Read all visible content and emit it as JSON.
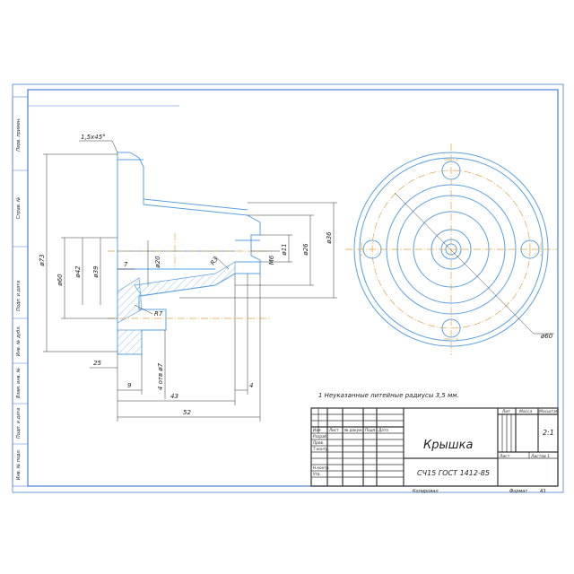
{
  "side_columns": [
    "Перв. примен.",
    "Справ. №",
    "Подп. и дата",
    "Инв. № дубл.",
    "Взам. инв. №",
    "Подп. и дата",
    "Инв. № подл."
  ],
  "dimensions": {
    "chamfer": "1,5x45°",
    "d73": "ø73",
    "d60": "ø60",
    "d42": "ø42",
    "d39": "ø39",
    "d20": "ø20",
    "d11": "ø11",
    "d26": "ø26",
    "d36": "ø36",
    "m6": "M6",
    "r7": "R7",
    "r3": "R3",
    "holes": "4 отв ø7",
    "seven": "7",
    "twentyfive": "25",
    "nine": "9",
    "fortythree": "43",
    "four": "4",
    "fiftytwo": "52",
    "plan_d60": "ø60"
  },
  "note": "1 Неуказанные литейные радиусы 3,5 мм.",
  "title_block": {
    "name": "Крышка",
    "material": "СЧ15 ГОСТ 1412-85",
    "col_izm": "Изм",
    "col_list": "Лист",
    "col_doc": "№ докум.",
    "col_sign": "Подп.",
    "col_date": "Дата",
    "row_razrab": "Разраб.",
    "row_prov": "Пров.",
    "row_tkontr": "Т.контр.",
    "row_nkontr": "Н.контр.",
    "row_utv": "Утв.",
    "lit": "Лит",
    "massa": "Масса",
    "masshtab": "Масштаб",
    "scale_value": "2:1",
    "sheet": "Лист",
    "sheets": "Листов 1",
    "copied": "Копировал",
    "format": "Формат",
    "format_value": "A3"
  }
}
